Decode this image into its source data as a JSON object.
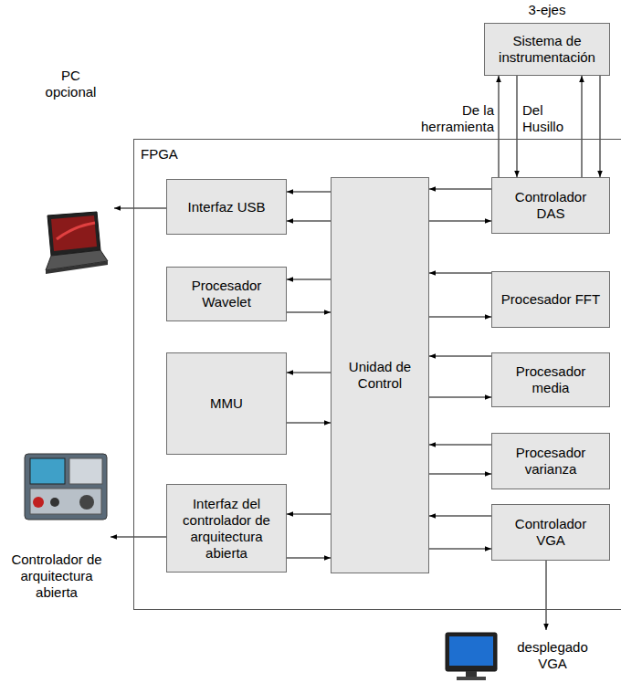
{
  "diagram": {
    "nodes": [
      {
        "text": [
          "3-ejes",
          "Sistema de instrumentación"
        ]
      },
      {
        "text": [
          "FPGA"
        ]
      },
      {
        "text": [
          "Interfaz USB"
        ],
        "in": 1
      },
      {
        "text": [
          "Unidad de Control"
        ],
        "in": 1
      },
      {
        "text": [
          "Controlador DAS"
        ],
        "in": 1
      },
      {
        "text": [
          "Procesador Wavelet"
        ],
        "in": 1
      },
      {
        "text": [
          "Procesador FFT"
        ],
        "in": 1
      },
      {
        "text": [
          "MMU"
        ],
        "in": 1
      },
      {
        "text": [
          "Procesador media"
        ],
        "in": 1
      },
      {
        "text": [
          "Procesador varianza"
        ],
        "in": 1
      },
      {
        "text": [
          "Interfaz del controlador de arquitectura abierta"
        ],
        "in": 1
      },
      {
        "text": [
          "Controlador VGA"
        ],
        "in": 1
      },
      {
        "text": [
          "PC opcional"
        ]
      },
      {
        "text": [
          "Controlador de arquitectura abierta"
        ]
      },
      {
        "text": [
          "desplegado VGA"
        ]
      }
    ],
    "edges": [
      {
        "from": 4,
        "to": 0,
        "arrow": "to"
      },
      {
        "from": 0,
        "to": 4,
        "arrow": "to"
      },
      {
        "from": 4,
        "to": 0,
        "arrow": "to"
      },
      {
        "from": 0,
        "to": 4,
        "arrow": "to"
      },
      {
        "from": 3,
        "to": 2,
        "arrow": "to"
      },
      {
        "from": 3,
        "to": 2,
        "arrow": "to"
      },
      {
        "from": 2,
        "to": 12,
        "arrow": "to"
      },
      {
        "from": 3,
        "to": 5,
        "arrow": "to"
      },
      {
        "from": 5,
        "to": 3,
        "arrow": "to"
      },
      {
        "from": 3,
        "to": 7,
        "arrow": "to"
      },
      {
        "from": 7,
        "to": 3,
        "arrow": "to"
      },
      {
        "from": 3,
        "to": 10,
        "arrow": "to"
      },
      {
        "from": 10,
        "to": 3,
        "arrow": "to"
      },
      {
        "from": 10,
        "to": 13,
        "arrow": "to"
      },
      {
        "from": 4,
        "to": 3,
        "arrow": "to"
      },
      {
        "from": 3,
        "to": 4,
        "arrow": "to"
      },
      {
        "from": 6,
        "to": 3,
        "arrow": "to"
      },
      {
        "from": 3,
        "to": 6,
        "arrow": "to"
      },
      {
        "from": 8,
        "to": 3,
        "arrow": "to"
      },
      {
        "from": 3,
        "to": 8,
        "arrow": "to"
      },
      {
        "from": 9,
        "to": 3,
        "arrow": "to"
      },
      {
        "from": 3,
        "to": 9,
        "arrow": "to"
      },
      {
        "from": 11,
        "to": 3,
        "arrow": "to"
      },
      {
        "from": 3,
        "to": 11,
        "arrow": "to"
      },
      {
        "from": 11,
        "to": 14,
        "arrow": "to"
      }
    ],
    "labels": [
      "De la herramienta",
      "Del Husillo"
    ]
  }
}
